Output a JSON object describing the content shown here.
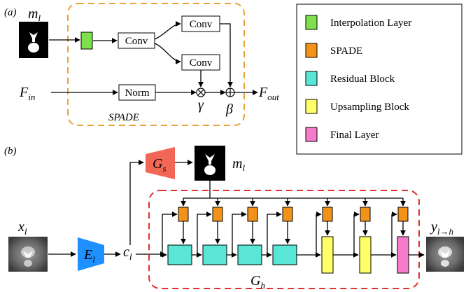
{
  "panel_a": {
    "tag": "(a)",
    "mask_label": "m",
    "mask_sub": "l",
    "conv1": "Conv",
    "conv2": "Conv",
    "conv3": "Conv",
    "norm": "Norm",
    "input_label": "F",
    "input_sub": "in",
    "output_label": "F",
    "output_sub": "out",
    "gamma": "γ",
    "beta": "β",
    "multiply_symbol": "⊗",
    "add_symbol": "⊕",
    "box_caption": "SPADE",
    "box_color": "#e8a33a"
  },
  "legend": {
    "items": [
      {
        "label": "Interpolation Layer",
        "color": "#7ee04c"
      },
      {
        "label": "SPADE",
        "color": "#f39219"
      },
      {
        "label": "Residual Block",
        "color": "#59e6d6"
      },
      {
        "label": "Upsampling Block",
        "color": "#ffff66"
      },
      {
        "label": "Final Layer",
        "color": "#f47bc9"
      }
    ]
  },
  "panel_b": {
    "tag": "(b)",
    "input_label": "x",
    "input_sub": "l",
    "encoder_label": "E",
    "encoder_sub": "l",
    "encoder_color": "#1e90ff",
    "code_label": "c",
    "code_sub": "l",
    "seg_label": "G",
    "seg_sub": "s",
    "seg_color": "#f26655",
    "mask_label": "m",
    "mask_sub": "l",
    "gen_label": "G",
    "gen_sub": "h",
    "gen_box_color": "#e03030",
    "output_label": "y",
    "output_sub": "l→h"
  }
}
